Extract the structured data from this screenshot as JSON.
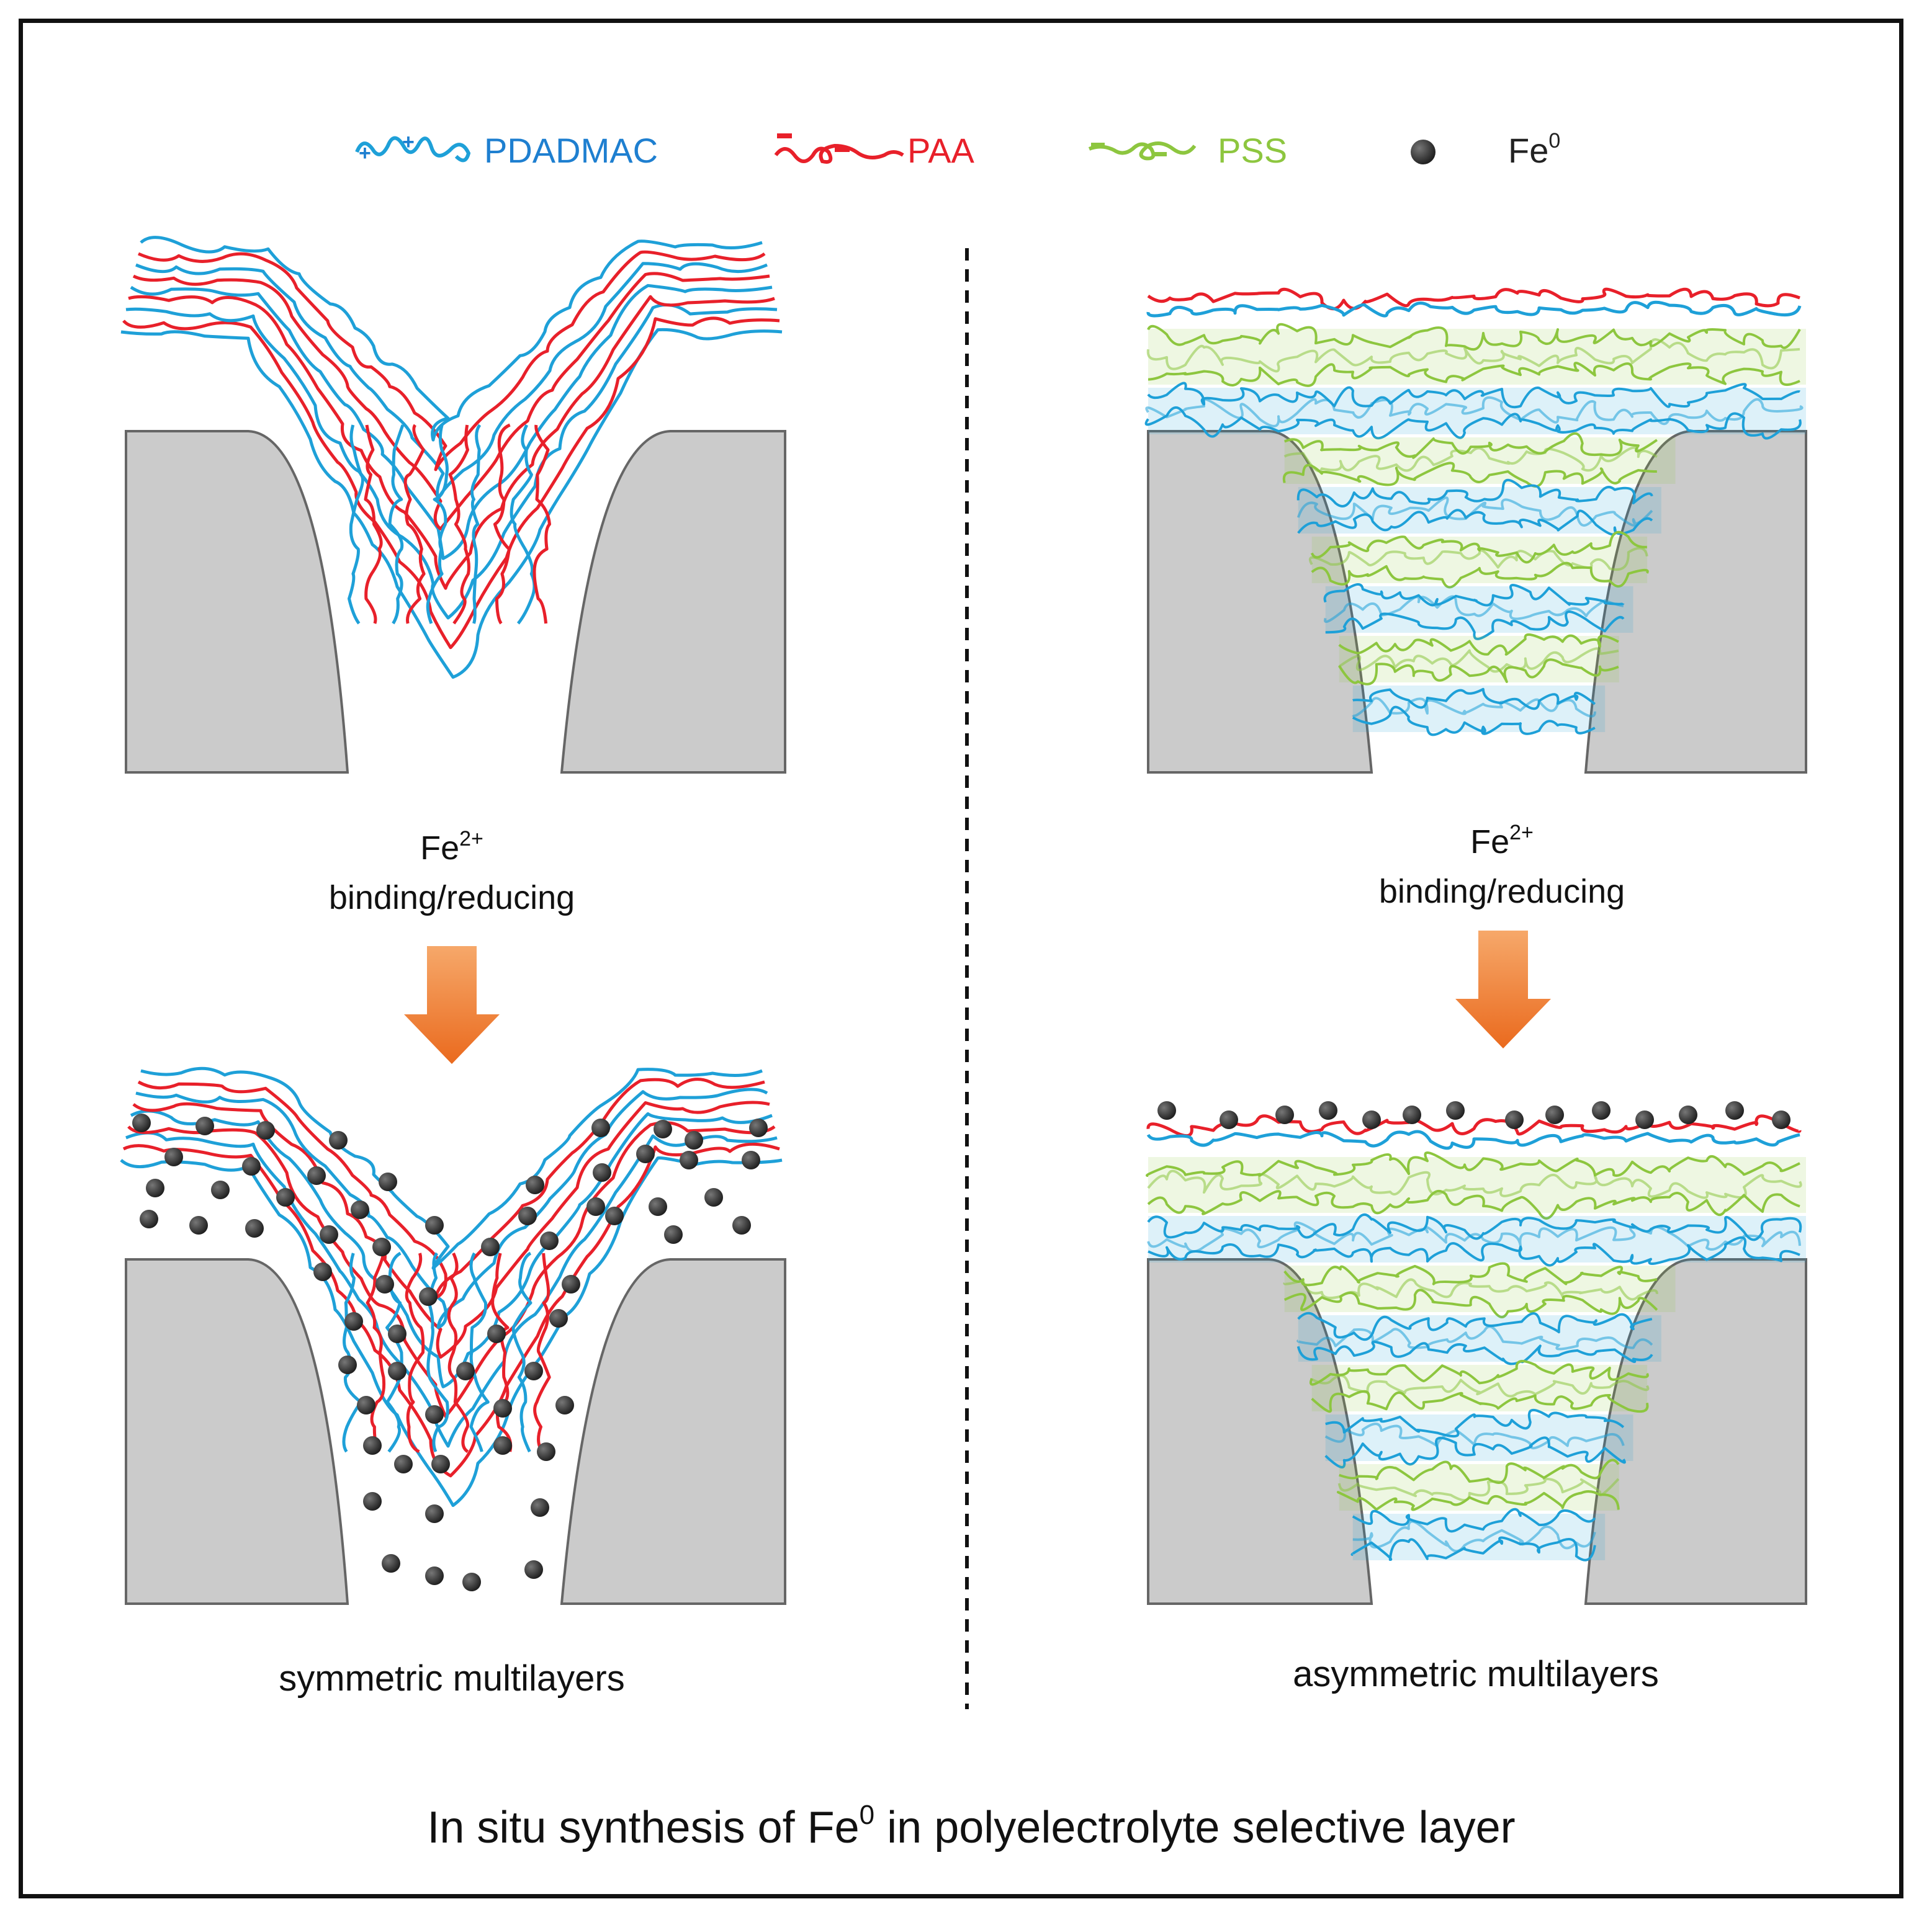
{
  "legend": {
    "items": [
      {
        "label": "PDADMAC",
        "color": "#1e7fd0",
        "icon": "pdadmac-chain-icon"
      },
      {
        "label": "PAA",
        "color": "#e8202a",
        "icon": "paa-chain-icon"
      },
      {
        "label": "PSS",
        "color": "#8dc63f",
        "icon": "pss-chain-icon"
      },
      {
        "label": "Fe",
        "superscript": "0",
        "color": "#222222",
        "icon": "fe-particle-icon"
      }
    ]
  },
  "left": {
    "reaction": {
      "species": "Fe",
      "charge": "2+",
      "process": "binding/reducing"
    },
    "caption": "symmetric multilayers"
  },
  "right": {
    "reaction": {
      "species": "Fe",
      "charge": "2+",
      "process": "binding/reducing"
    },
    "caption": "asymmetric multilayers"
  },
  "title": {
    "before": "In situ synthesis of Fe",
    "superscript": "0",
    "after": " in polyelectrolyte selective layer"
  },
  "colors": {
    "pdadmac": "#1ea0d8",
    "paa": "#e8202a",
    "pss": "#8dc63f",
    "substrate": "#cbcbcb",
    "arrow": "#ee7428",
    "particle": "#2a2a2a"
  }
}
